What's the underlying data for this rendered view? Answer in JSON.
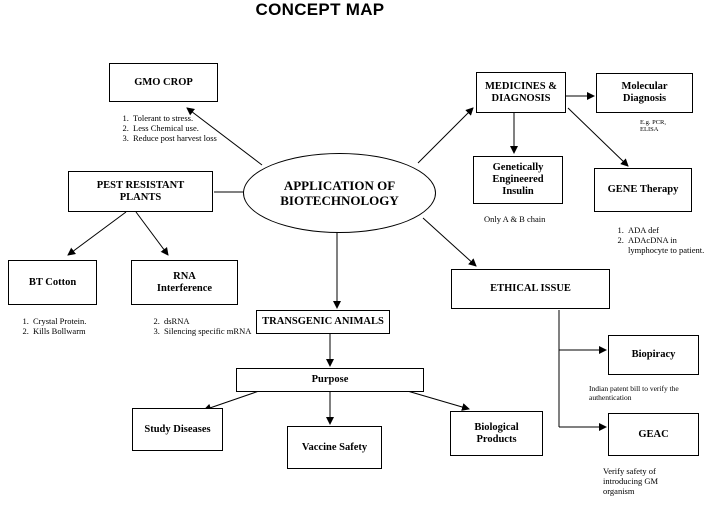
{
  "title": "CONCEPT MAP",
  "center": {
    "line1": "APPLICATION OF",
    "line2": "BIOTECHNOLOGY"
  },
  "gmo_crop": {
    "label": "GMO CROP",
    "notes": [
      "Tolerant to stress.",
      "Less Chemical use.",
      "Reduce post harvest loss"
    ]
  },
  "pest_resistant": {
    "line1": "PEST RESISTANT",
    "line2": "PLANTS"
  },
  "bt_cotton": {
    "label": "BT Cotton",
    "notes": [
      "Crystal Protein.",
      "Kills Bollwarm"
    ]
  },
  "rna_interference": {
    "line1": "RNA",
    "line2": "Interference",
    "notes": [
      "dsRNA",
      "Silencing specific mRNA"
    ],
    "start": 2
  },
  "medicines": {
    "line1": "MEDICINES &",
    "line2": "DIAGNOSIS"
  },
  "molecular_diagnosis": {
    "line1": "Molecular",
    "line2": "Diagnosis",
    "note_line1": "E.g. PCR,",
    "note_line2": "ELISA"
  },
  "insulin": {
    "line1": "Genetically",
    "line2": "Engineered",
    "line3": "Insulin",
    "note": "Only A & B chain"
  },
  "gene_therapy": {
    "label": "GENE Therapy",
    "notes": [
      "ADA def",
      "ADAcDNA in lymphocyte to patient."
    ]
  },
  "ethical_issue": {
    "label": "ETHICAL ISSUE"
  },
  "biopiracy": {
    "label": "Biopiracy",
    "note": "Indian patent bill to verify the authentication"
  },
  "geac": {
    "label": "GEAC",
    "note": "Verify safety of introducing GM organism"
  },
  "transgenic": {
    "label": "TRANSGENIC ANIMALS"
  },
  "purpose": {
    "label": "Purpose"
  },
  "study_diseases": {
    "label": "Study Diseases"
  },
  "vaccine_safety": {
    "label": "Vaccine Safety"
  },
  "biological_products": {
    "line1": "Biological",
    "line2": "Products"
  }
}
